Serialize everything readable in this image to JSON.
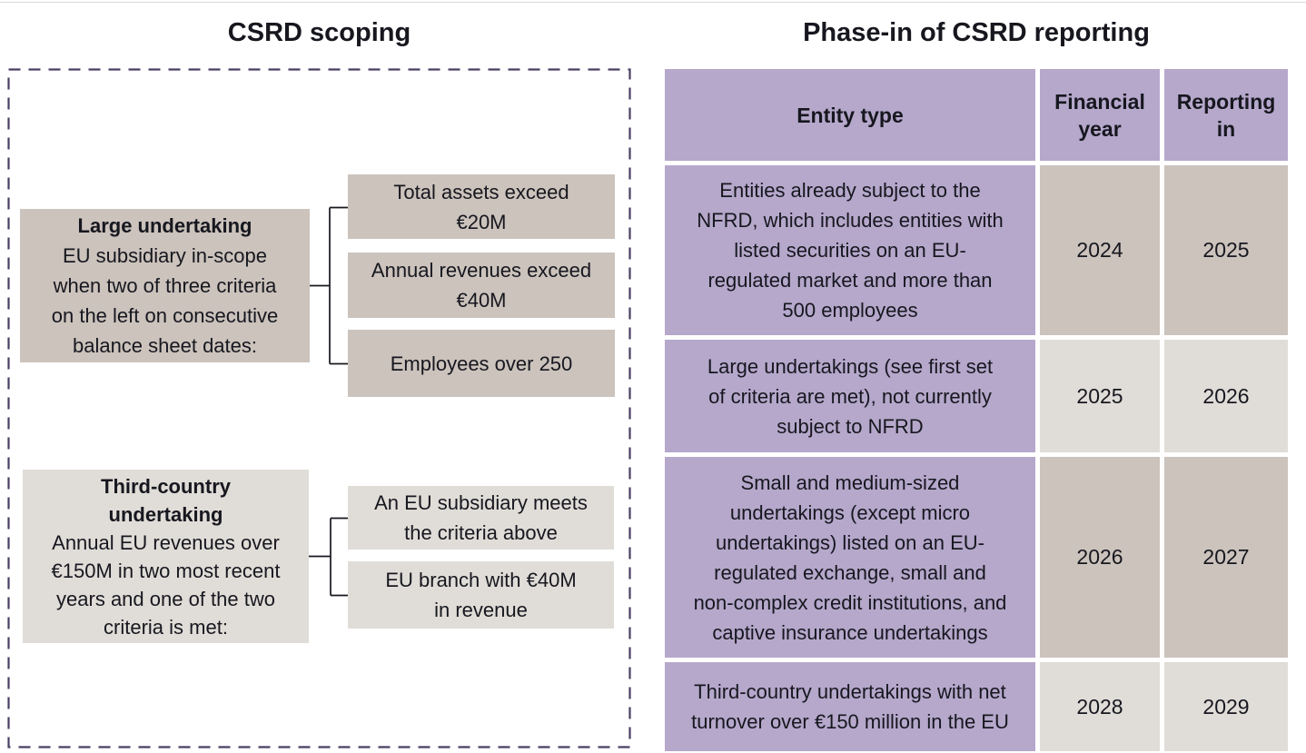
{
  "page": {
    "left_title": "CSRD scoping",
    "right_title": "Phase-in of CSRD reporting"
  },
  "scoping": {
    "large_undertaking": {
      "heading": "Large undertaking",
      "body": "EU subsidiary in-scope\nwhen two of three criteria\non the left on consecutive\nbalance sheet dates:",
      "criteria": [
        "Total assets exceed\n€20M",
        "Annual revenues exceed\n€40M",
        "Employees over 250"
      ]
    },
    "third_country": {
      "heading": "Third-country\nundertaking",
      "body": "Annual EU revenues over\n€150M in two most recent\nyears and one of the two\ncriteria is met:",
      "criteria": [
        "An EU subsidiary meets\nthe criteria above",
        "EU branch with €40M\nin revenue"
      ]
    }
  },
  "phase_table": {
    "columns": [
      "Entity type",
      "Financial\nyear",
      "Reporting\nin"
    ],
    "rows": [
      {
        "entity_type": "Entities already subject to the\nNFRD, which includes entities with\nlisted securities on an EU-\nregulated market and more than\n500 employees",
        "financial_year": "2024",
        "reporting_in": "2025"
      },
      {
        "entity_type": "Large undertakings (see first set\nof criteria are met), not currently\nsubject to NFRD",
        "financial_year": "2025",
        "reporting_in": "2026"
      },
      {
        "entity_type": "Small and medium-sized\nundertakings (except micro\nundertakings) listed on an EU-\nregulated exchange, small and\nnon-complex credit institutions, and\ncaptive insurance undertakings",
        "financial_year": "2026",
        "reporting_in": "2027"
      },
      {
        "entity_type": "Third-country undertakings with net\nturnover over €150 million in the EU",
        "financial_year": "2028",
        "reporting_in": "2029"
      }
    ]
  },
  "colors": {
    "accent_purple": "#b5a8cb",
    "neutral_tan": "#cbc3bc",
    "neutral_gray": "#e0ddd8",
    "dashed_border": "#4a3f63",
    "connector": "#17171f",
    "text": "#17171f"
  }
}
